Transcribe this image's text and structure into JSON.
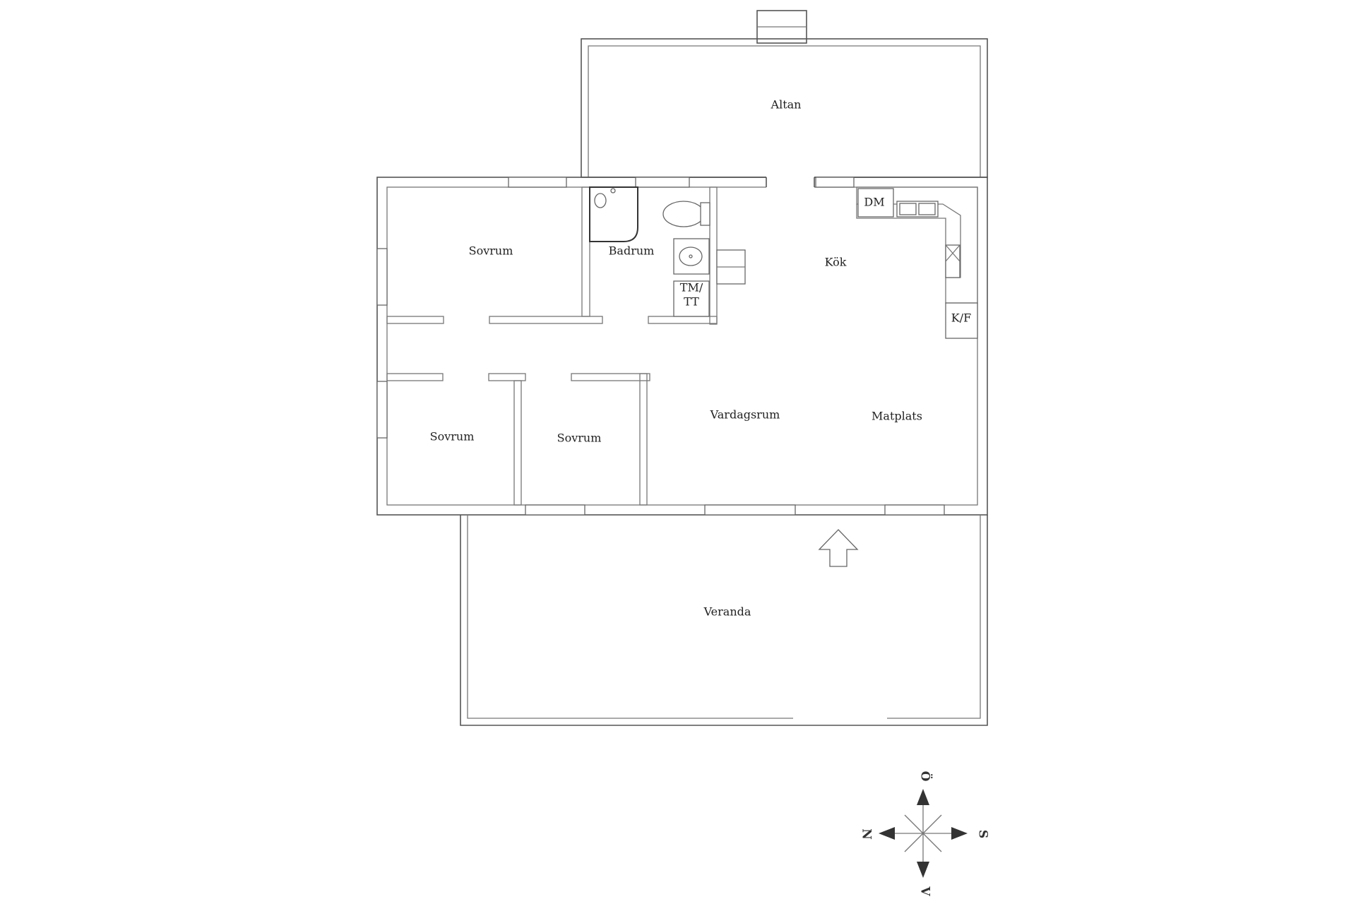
{
  "rooms": {
    "altan": "Altan",
    "sovrum_1": "Sovrum",
    "badrum": "Badrum",
    "kok": "Kök",
    "tm_tt_line1": "TM/",
    "tm_tt_line2": "TT",
    "dm": "DM",
    "kf": "K/F",
    "sovrum_2": "Sovrum",
    "sovrum_3": "Sovrum",
    "vardagsrum": "Vardagsrum",
    "matplats": "Matplats",
    "veranda": "Veranda"
  },
  "compass": {
    "north": "N",
    "east": "Ö",
    "south": "S",
    "west": "V"
  },
  "colors": {
    "wall": "#555555",
    "text": "#222222"
  }
}
